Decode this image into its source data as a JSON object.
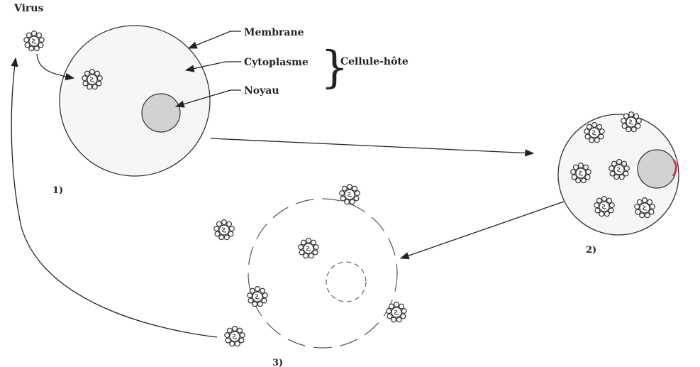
{
  "labels": {
    "virus": "Virus",
    "membrane": "Membrane",
    "cytoplasm": "Cytoplasme",
    "nucleus": "Noyau",
    "host_cell": "Cellule-hôte"
  },
  "steps": {
    "step1": "1)",
    "step2": "2)",
    "step3": "3)"
  },
  "colors": {
    "cell_fill": "#f6f6f6",
    "nucleus_fill": "#d2d2d2",
    "line": "#333333",
    "lysis_dash": "#555555",
    "nucleus_mark": "#cc3355"
  },
  "icons": {
    "virus_particle": "virus-icon"
  }
}
